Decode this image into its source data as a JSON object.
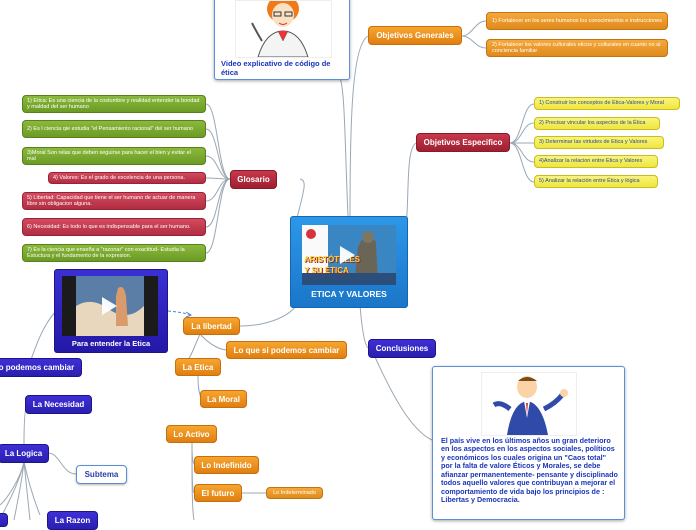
{
  "central": {
    "label": "ETICA Y VALORES",
    "image_title_1": "ARISTÓTELES",
    "image_title_2": "Y SU ÉTICA"
  },
  "video_card": {
    "label": "Video explicativo de código de ética"
  },
  "objetivos_generales": {
    "label": "Objetivos Generales",
    "items": [
      "1) Fortalecer en los seres humanos los conocimientos e instrucciones",
      "2) Fortalecer los valores culturales eticos y culturales en cuanto no  al conciencia familiar"
    ]
  },
  "objetivos_especificos": {
    "label": "Objetivos Especifico",
    "items": [
      "1) Construir los conceptos de Etica-Valores y Moral",
      "2) Precisar vincular los aspectos de la Ética",
      "3) Determinar las virtudes de Etica y Valores",
      "4)Analizar la relacion entre Etica y Valores",
      "5) Analizar la relación entre Ética y lógica"
    ]
  },
  "glosario": {
    "label": "Glosario",
    "items": [
      "1) Etica: Es una ciencia de la costumbre y realidad entender la bondad y maldad del ser humano",
      "2) Es l ciencia qie estudia \"el Pensamiento racional\" del ser humano",
      "3)Moral Son relas que deben seguirse para hacer el bien y evitar el mal",
      "4) Valores: Es el grado de excelencia de una persona.",
      "5) Libertad: Capacidad que tiene el ser humano de actuar de manera libre sin obligacion alguna.",
      "6) Necesidad: Es todo lo que es indispensable para el ser humano.",
      "7) Es la ciencia que enseña a \"razonar\" con exactitud- Estudia la Estuctura y el fundamento de la expresion."
    ]
  },
  "conclusiones": {
    "label": "Conclusiones",
    "text": "El país vive en los últimos años un gran deterioro en los aspectos   en los aspectos sociales, políticos y económicos los cuales origina un \"Caos total\"  por la falta de valore Éticos y Morales,  se debe afianzar permanentemente- pensante y disciplinado todos aquello valores que contribuyan  a mejorar el comportamiento de vida  bajo los principios de : Libertas y Democracia."
  },
  "para_entender": {
    "label": "Para entender la Etica"
  },
  "la_libertad": {
    "label": "La libertad"
  },
  "lo_que_si_podemos": {
    "label": "Lo que si podemos cambiar"
  },
  "la_etica": {
    "label": "La Etica"
  },
  "la_moral": {
    "label": "La Moral"
  },
  "no_podemos_cambiar": {
    "label": "Lo podemos cambiar"
  },
  "la_necesidad": {
    "label": "La Necesidad"
  },
  "la_logica": {
    "label": "La Logica"
  },
  "subtema": {
    "label": "Subtema"
  },
  "la_razon": {
    "label": "La Razon"
  },
  "lo_activo": {
    "label": "Lo Activo"
  },
  "lo_indefinido": {
    "label": "Lo Indefinido"
  },
  "el_futuro": {
    "label": "El futuro"
  },
  "lo_indeterminado": {
    "label": "Lo Indeterminado"
  }
}
